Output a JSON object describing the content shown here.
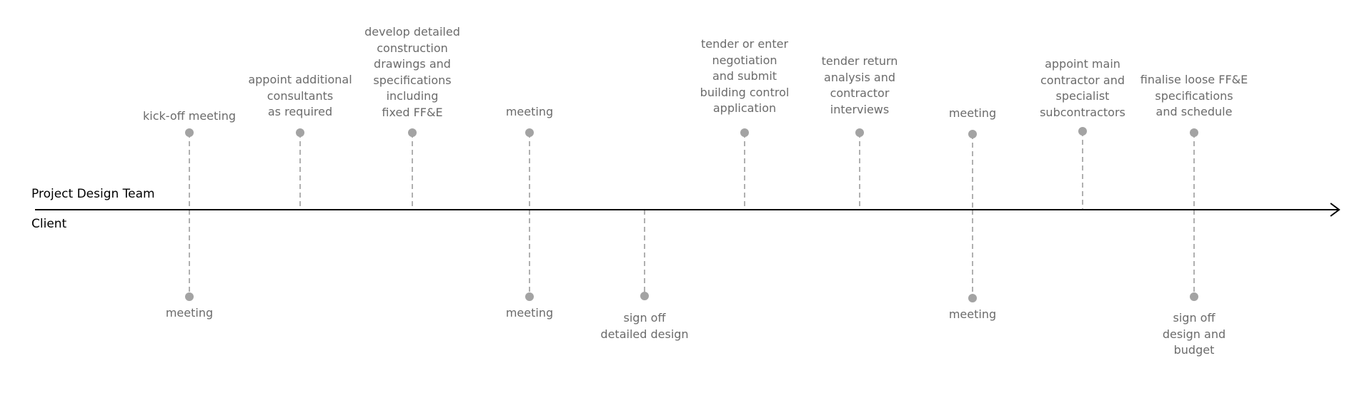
{
  "lanes": {
    "top": "Project Design Team",
    "bottom": "Client"
  },
  "colors": {
    "axis": "#000000",
    "marker": "#a3a3a3",
    "connector": "#a8a8a8",
    "label": "#6b6b6b"
  },
  "events": [
    {
      "lane": "top",
      "label": "kick-off meeting"
    },
    {
      "lane": "bottom",
      "label": "meeting"
    },
    {
      "lane": "top",
      "label": "appoint additional\nconsultants\nas required"
    },
    {
      "lane": "top",
      "label": "develop detailed\nconstruction\ndrawings and\nspecifications\nincluding\nfixed FF&E"
    },
    {
      "lane": "top",
      "label": "meeting"
    },
    {
      "lane": "bottom",
      "label": "meeting"
    },
    {
      "lane": "bottom",
      "label": "sign off\ndetailed design"
    },
    {
      "lane": "top",
      "label": "tender or enter\nnegotiation\nand submit\nbuilding control\napplication"
    },
    {
      "lane": "top",
      "label": "tender return\nanalysis and\ncontractor\ninterviews"
    },
    {
      "lane": "top",
      "label": "meeting"
    },
    {
      "lane": "bottom",
      "label": "meeting"
    },
    {
      "lane": "top",
      "label": "appoint main\ncontractor and\nspecialist\nsubcontractors"
    },
    {
      "lane": "top",
      "label": "finalise loose FF&E\nspecifications\nand schedule"
    },
    {
      "lane": "bottom",
      "label": "sign off\ndesign and\nbudget"
    }
  ]
}
